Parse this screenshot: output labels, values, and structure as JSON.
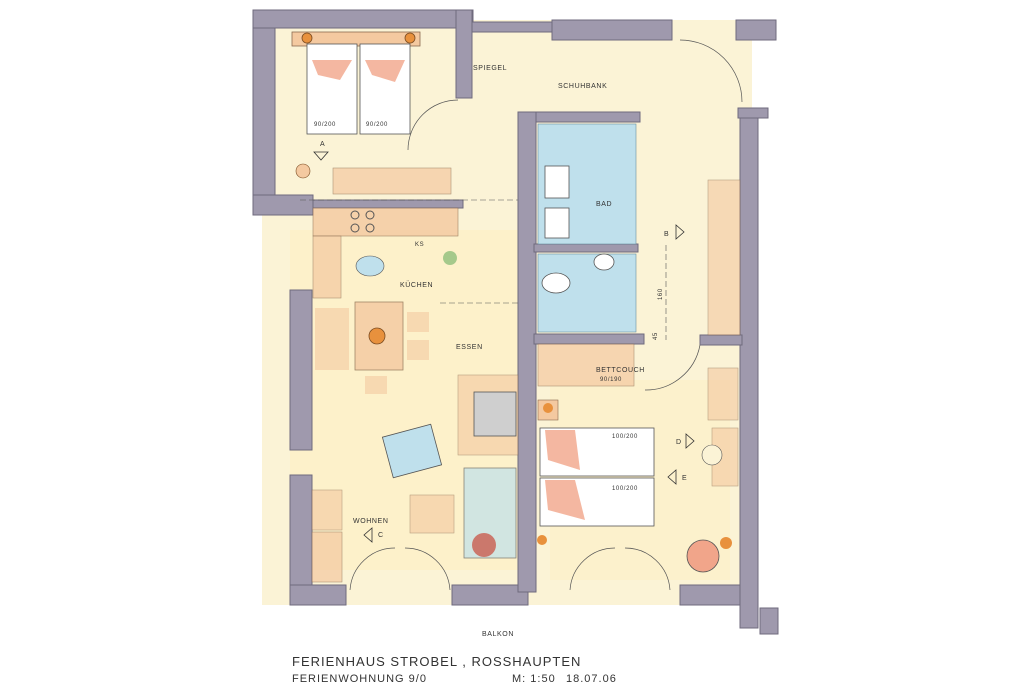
{
  "rooms": {
    "spiegel": "SPIEGEL",
    "schuhbank": "SCHUHBANK",
    "bad": "BAD",
    "kueche": "KÜCHEN",
    "ks": "KS",
    "essen": "ESSEN",
    "wohnen": "WOHNEN",
    "bettcouch": "BETTCOUCH",
    "bettcouch_size": "90/190",
    "balkon": "BALKON"
  },
  "beds": {
    "bed_left": "90/200",
    "bed_right": "90/200",
    "bed2_top": "100/200",
    "bed2_bottom": "100/200"
  },
  "markers": {
    "a": "A",
    "b": "B",
    "c": "C",
    "d": "D",
    "e": "E"
  },
  "dimensions": {
    "d160": "160",
    "d45": "45"
  },
  "title": {
    "line1": "FERIENHAUS STROBEL , ROSSHAUPTEN",
    "line2": "FERIENWOHNUNG 9/0",
    "scale": "M: 1:50",
    "date": "18.07.06"
  },
  "colors": {
    "wall": "#9f99ad",
    "floor": "#fbf3d6",
    "wood": "#f4c9a0",
    "tile": "#bfe0ec",
    "green": "#8fbf7a"
  }
}
